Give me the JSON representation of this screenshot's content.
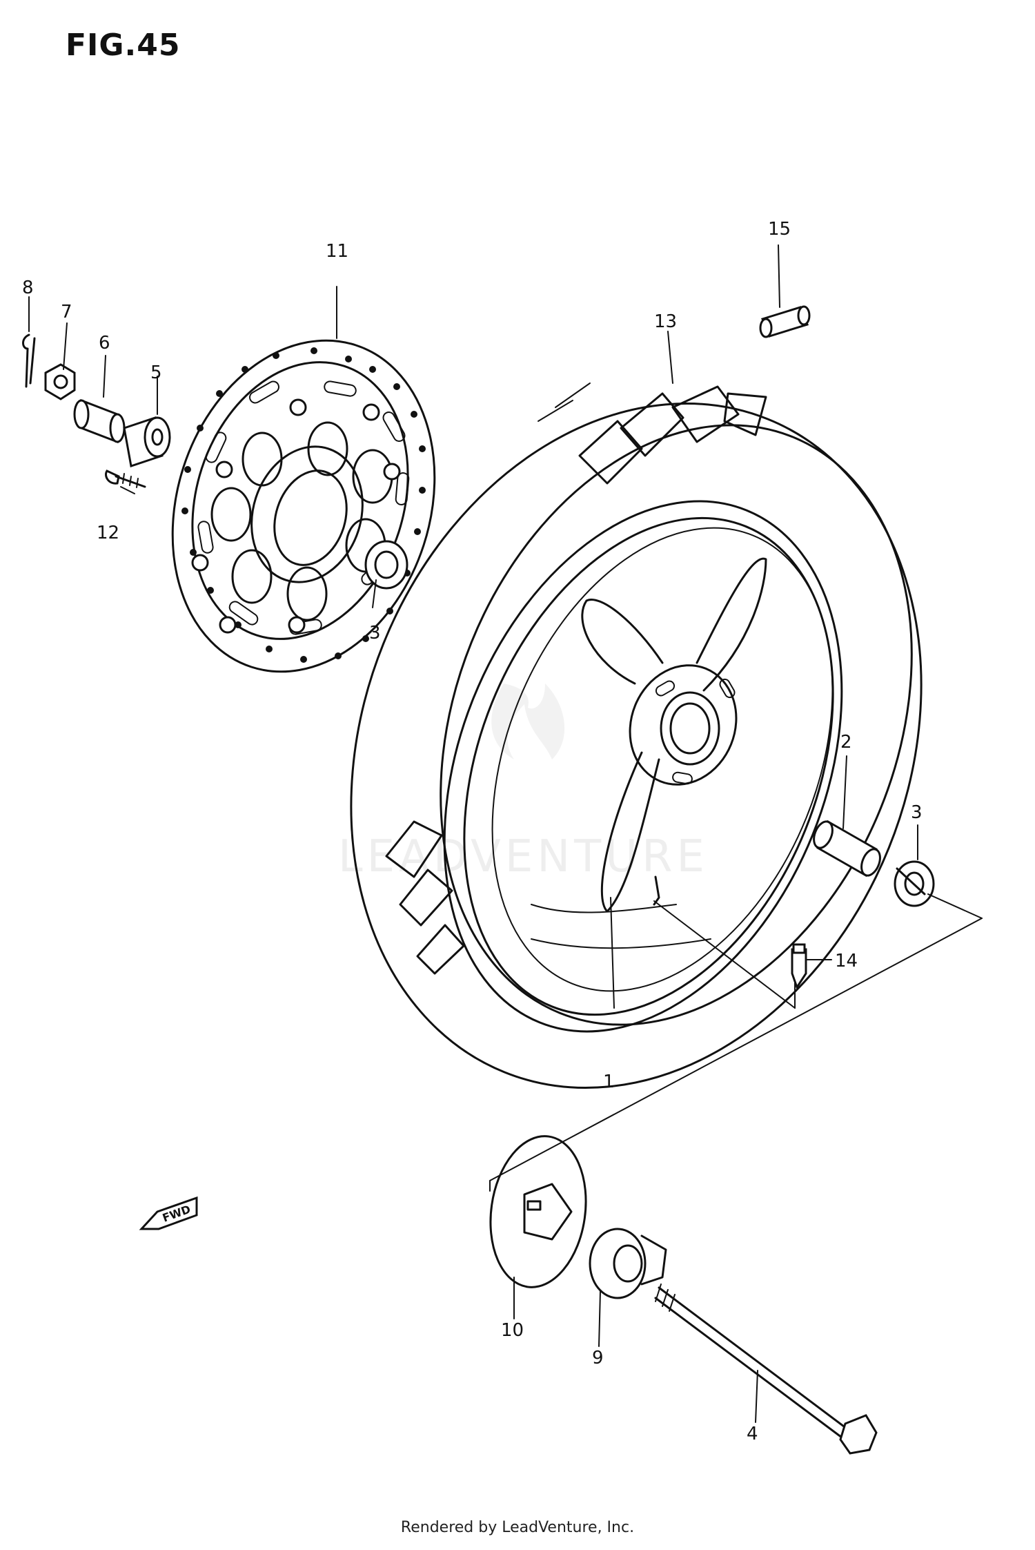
{
  "figure": {
    "title": "FIG.45"
  },
  "footer": {
    "text": "Rendered by LeadVenture, Inc."
  },
  "watermark": {
    "text": "LEADVENTURE"
  },
  "fwd_label": "FWD",
  "callouts": [
    {
      "id": "c1",
      "label": "1"
    },
    {
      "id": "c2",
      "label": "2"
    },
    {
      "id": "c3a",
      "label": "3"
    },
    {
      "id": "c3b",
      "label": "3"
    },
    {
      "id": "c4",
      "label": "4"
    },
    {
      "id": "c5",
      "label": "5"
    },
    {
      "id": "c6",
      "label": "6"
    },
    {
      "id": "c7",
      "label": "7"
    },
    {
      "id": "c8",
      "label": "8"
    },
    {
      "id": "c9",
      "label": "9"
    },
    {
      "id": "c10",
      "label": "10"
    },
    {
      "id": "c11",
      "label": "11"
    },
    {
      "id": "c12",
      "label": "12"
    },
    {
      "id": "c13",
      "label": "13"
    },
    {
      "id": "c14",
      "label": "14"
    },
    {
      "id": "c15",
      "label": "15"
    }
  ]
}
